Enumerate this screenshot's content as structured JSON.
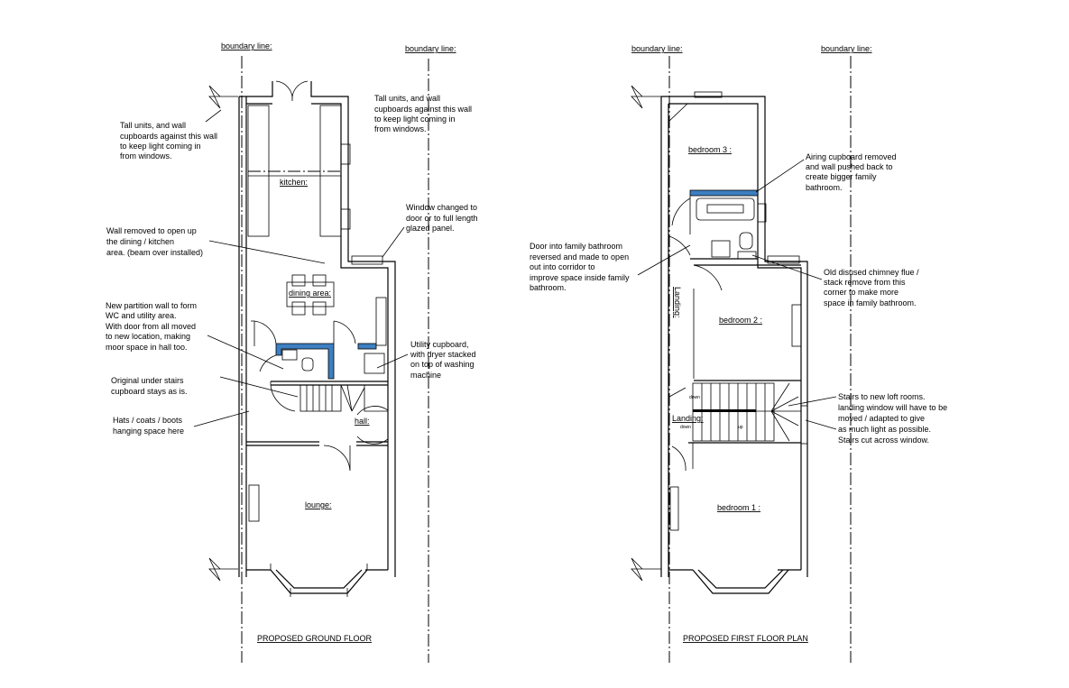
{
  "ground_floor": {
    "title": "PROPOSED GROUND FLOOR",
    "boundary_left": "boundary line:",
    "boundary_right": "boundary line:",
    "rooms": {
      "kitchen": "kitchen:",
      "dining": "dining area:",
      "hall": "hall:",
      "lounge": "lounge:"
    },
    "notes": {
      "tall_units_left": [
        "Tall units, and wall",
        "cupboards against this wall",
        "to keep light coming in",
        "from windows."
      ],
      "tall_units_right": [
        "Tall units, and wall",
        "cupboards against this wall",
        "to keep light coming in",
        "from windows."
      ],
      "window_changed": [
        "Window changed to",
        "door or to full length",
        "glazed panel."
      ],
      "wall_removed": [
        "Wall removed to open up",
        "the dining / kitchen",
        "area. (beam over installed)"
      ],
      "partition": [
        "New partition wall to form",
        "WC and utility area.",
        "With door from all moved",
        "to new location, making",
        "moor space in hall too."
      ],
      "utility": [
        "Utility cupboard,",
        "with dryer stacked",
        "on top of washing",
        "machine"
      ],
      "under_stairs": [
        "Original under stairs",
        "cupboard stays as is."
      ],
      "hats": [
        "Hats / coats / boots",
        "hanging space here"
      ]
    }
  },
  "first_floor": {
    "title": "PROPOSED FIRST FLOOR PLAN",
    "boundary_left": "boundary line:",
    "boundary_right": "boundary line:",
    "rooms": {
      "bedroom3": "bedroom 3 :",
      "bedroom2": "bedroom 2 :",
      "bedroom1": "bedroom 1 :",
      "landing_vertical": "Landing:",
      "landing": "Landing:"
    },
    "stair_marks": {
      "down1": "down",
      "down2": "down",
      "up": "up"
    },
    "notes": {
      "airing": [
        "Airing cupboard removed",
        "and wall pushed back to",
        "create bigger family",
        "bathroom."
      ],
      "door_bathroom": [
        "Door into family bathroom",
        "reversed and made to open",
        "out into corridor to",
        "improve space inside family",
        "bathroom."
      ],
      "chimney": [
        "Old disused chimney flue /",
        "stack remove from this",
        "corner to make more",
        "space in family bathroom."
      ],
      "stairs_loft": [
        "Stairs to new loft rooms.",
        "landing window will have to be",
        "moved / adapted to give",
        "as much light as possible.",
        "Stairs cut across window."
      ]
    }
  },
  "colors": {
    "new_wall": "#3d7fc1"
  }
}
